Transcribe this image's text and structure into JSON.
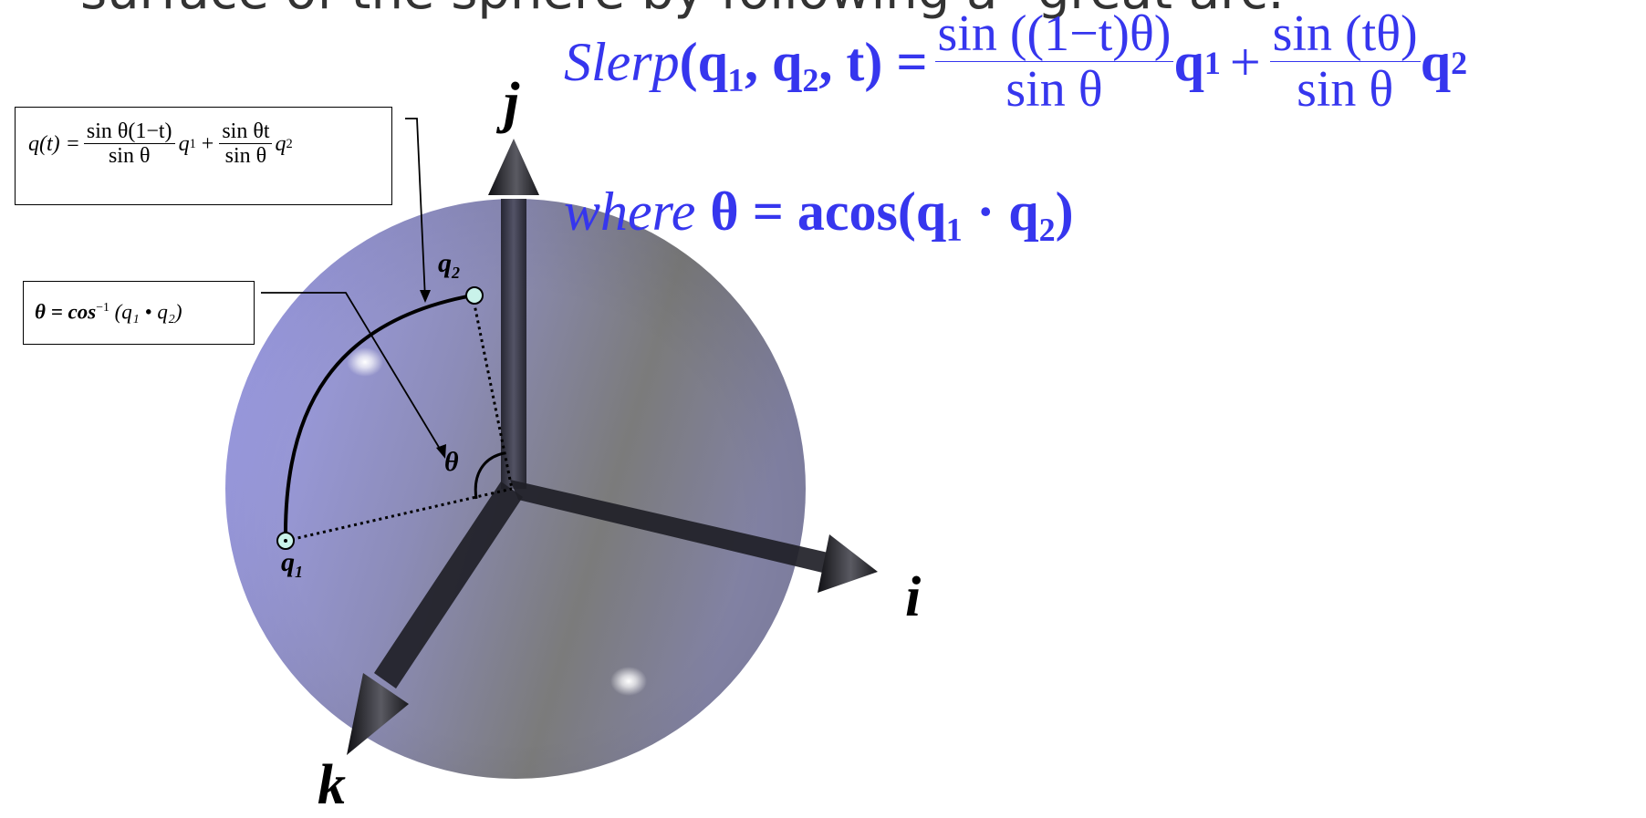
{
  "top_text": "surface of the sphere by following a \"great arc.\"",
  "box_qt": {
    "lhs": "q(t) =",
    "frac1_num": "sin θ(1−t)",
    "frac1_den": "sin θ",
    "var1": "q",
    "sub1": "1",
    "plus": "+",
    "frac2_num": "sin θt",
    "frac2_den": "sin θ",
    "var2": "q",
    "sub2": "2"
  },
  "box_theta": {
    "lhs": "θ = cos",
    "sup": "−1",
    "arg": "(q₁ • q₂)"
  },
  "slerp": {
    "name": "Slerp",
    "args": "(q₁, q₂, t) =",
    "frac1_num": "sin ((1−t)θ)",
    "frac1_den": "sin θ",
    "q1": "q",
    "sub1": "1",
    "plus": "+",
    "frac2_num": "sin (tθ)",
    "frac2_den": "sin θ",
    "q2": "q",
    "sub2": "2"
  },
  "where": {
    "word": "where",
    "rhs": "θ = acos(q₁ · q₂)"
  },
  "labels": {
    "axis_i": "i",
    "axis_j": "j",
    "axis_k": "k",
    "theta": "θ",
    "q1": "q",
    "q1_sub": "1",
    "q2": "q",
    "q2_sub": "2"
  },
  "colors": {
    "formula_blue": "#3636ee",
    "sphere_blue": "#9d9df0",
    "sphere_gray": "#7e7e7e",
    "axis_dark": "#1c1c24"
  }
}
